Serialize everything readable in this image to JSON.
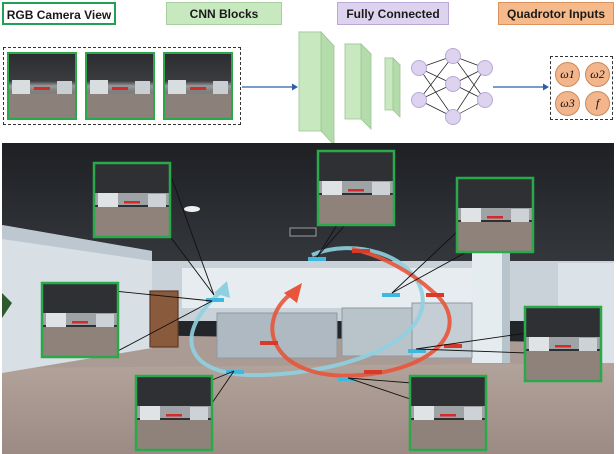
{
  "labels": {
    "rgb": "RGB Camera View",
    "cnn": "CNN Blocks",
    "fc": "Fully Connected",
    "quad": "Quadrotor Inputs"
  },
  "quadrotor_inputs": {
    "w1": "ω1",
    "w2": "ω2",
    "w3": "ω3",
    "f": "f"
  },
  "colors": {
    "camera_border": "#2aa84a",
    "cnn_fill": "#c8e8c0",
    "fc_fill": "#ddd3ee",
    "quad_fill": "#f6b98a",
    "trajectory_blue": "#8fd0e0",
    "trajectory_red": "#e8553a",
    "arrow": "#2c5fa8"
  }
}
